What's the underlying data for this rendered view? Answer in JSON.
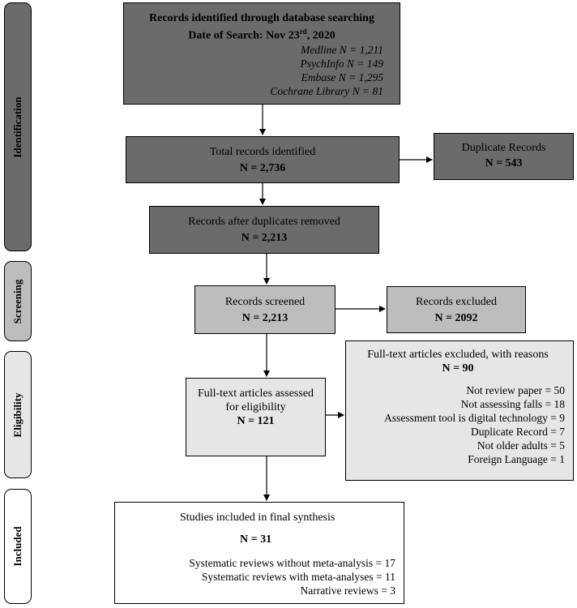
{
  "sidebar": {
    "identification": "Identification",
    "screening": "Screening",
    "eligibility": "Eligibility",
    "included": "Included"
  },
  "search_box": {
    "title": "Records identified through database searching",
    "date_prefix": "Date of Search: Nov 23",
    "date_sup": "rd",
    "date_suffix": ", 2020",
    "databases": [
      "Medline N = 1,211",
      "PsychInfo N = 149",
      "Embase N = 1,295",
      "Cochrane Library N = 81"
    ]
  },
  "total_box": {
    "label": "Total records identified",
    "count": "N = 2,736"
  },
  "duplicate_box": {
    "label": "Duplicate Records",
    "count": "N = 543"
  },
  "after_dup_box": {
    "label": "Records after duplicates removed",
    "count": "N = 2,213"
  },
  "screened_box": {
    "label": "Records screened",
    "count": "N = 2,213"
  },
  "excluded_box": {
    "label": "Records excluded",
    "count": "N = 2092"
  },
  "fulltext_box": {
    "line1": "Full-text articles assessed",
    "line2": "for eligibility",
    "count": "N = 121"
  },
  "reasons_box": {
    "title": "Full-text articles excluded, with reasons",
    "count": "N = 90",
    "reasons": [
      "Not review paper = 50",
      "Not assessing falls = 18",
      "Assessment tool is digital technology = 9",
      "Duplicate Record = 7",
      "Not older adults = 5",
      "Foreign Language = 1"
    ]
  },
  "included_box": {
    "title": "Studies included in final synthesis",
    "count": "N = 31",
    "items": [
      "Systematic reviews without meta-analysis = 17",
      "Systematic reviews with meta-analyses = 11",
      "Narrative reviews = 3"
    ]
  }
}
